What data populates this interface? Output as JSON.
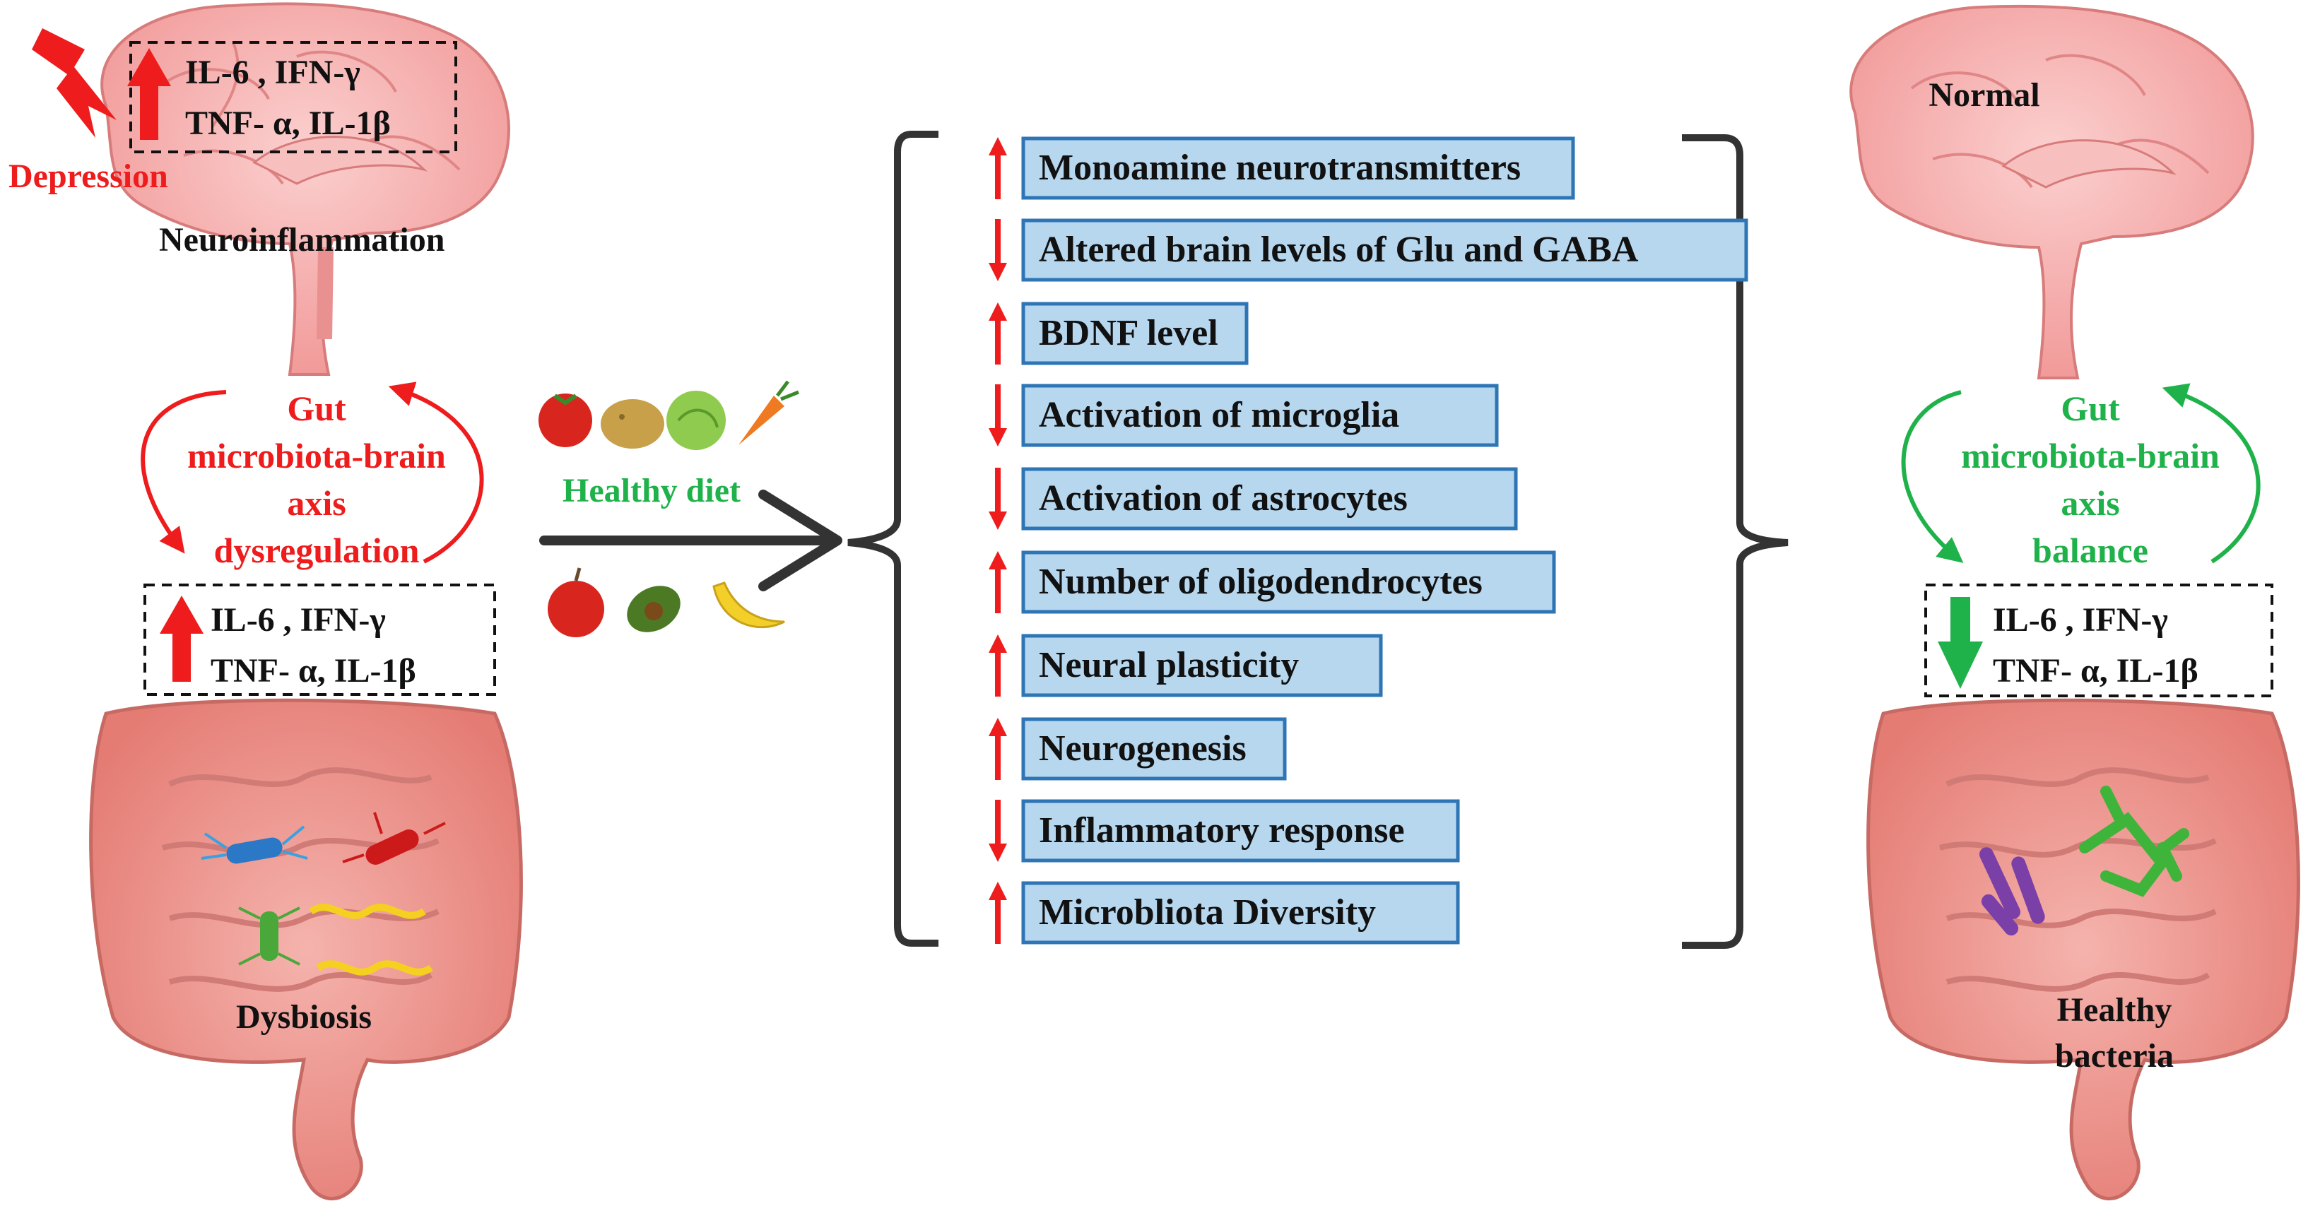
{
  "left_panel": {
    "depression_label": "Depression",
    "brain_cytokines": [
      "IL-6 , IFN-γ",
      "TNF- α, IL-1β"
    ],
    "neuro_label": "Neuroinflammation",
    "axis_label": [
      "Gut",
      "microbiota-brain",
      "axis",
      "dysregulation"
    ],
    "gut_cytokines": [
      "IL-6 , IFN-γ",
      "TNF- α, IL-1β"
    ],
    "gut_label": "Dysbiosis"
  },
  "middle": {
    "diet_label": "Healthy diet",
    "food_icons": [
      "tomato-icon",
      "potato-icon",
      "cabbage-icon",
      "carrot-icon",
      "apple-icon",
      "avocado-icon",
      "banana-icon"
    ],
    "effects": [
      {
        "label": "Monoamine neurotransmitters",
        "direction": "up"
      },
      {
        "label": "Altered brain levels of Glu and GABA",
        "direction": "down"
      },
      {
        "label": "BDNF level",
        "direction": "up"
      },
      {
        "label": "Activation of microglia",
        "direction": "down"
      },
      {
        "label": "Activation of astrocytes",
        "direction": "down"
      },
      {
        "label": "Number of oligodendrocytes",
        "direction": "up"
      },
      {
        "label": "Neural plasticity",
        "direction": "up"
      },
      {
        "label": "Neurogenesis",
        "direction": "up"
      },
      {
        "label": "Inflammatory response",
        "direction": "down"
      },
      {
        "label": "Microbliota Diversity",
        "direction": "up"
      }
    ]
  },
  "right_panel": {
    "brain_label": "Normal",
    "axis_label": [
      "Gut",
      "microbiota-brain",
      "axis",
      "balance"
    ],
    "gut_cytokines": [
      "IL-6 , IFN-γ",
      "TNF- α, IL-1β"
    ],
    "gut_label": [
      "Healthy",
      "bacteria"
    ]
  },
  "colors": {
    "red": "#ee1c1c",
    "green": "#1fb24a",
    "box_fill": "#b7d7ef",
    "box_border": "#2e75b6",
    "brain": "#f3a6a6",
    "gut": "#eb8e86"
  }
}
